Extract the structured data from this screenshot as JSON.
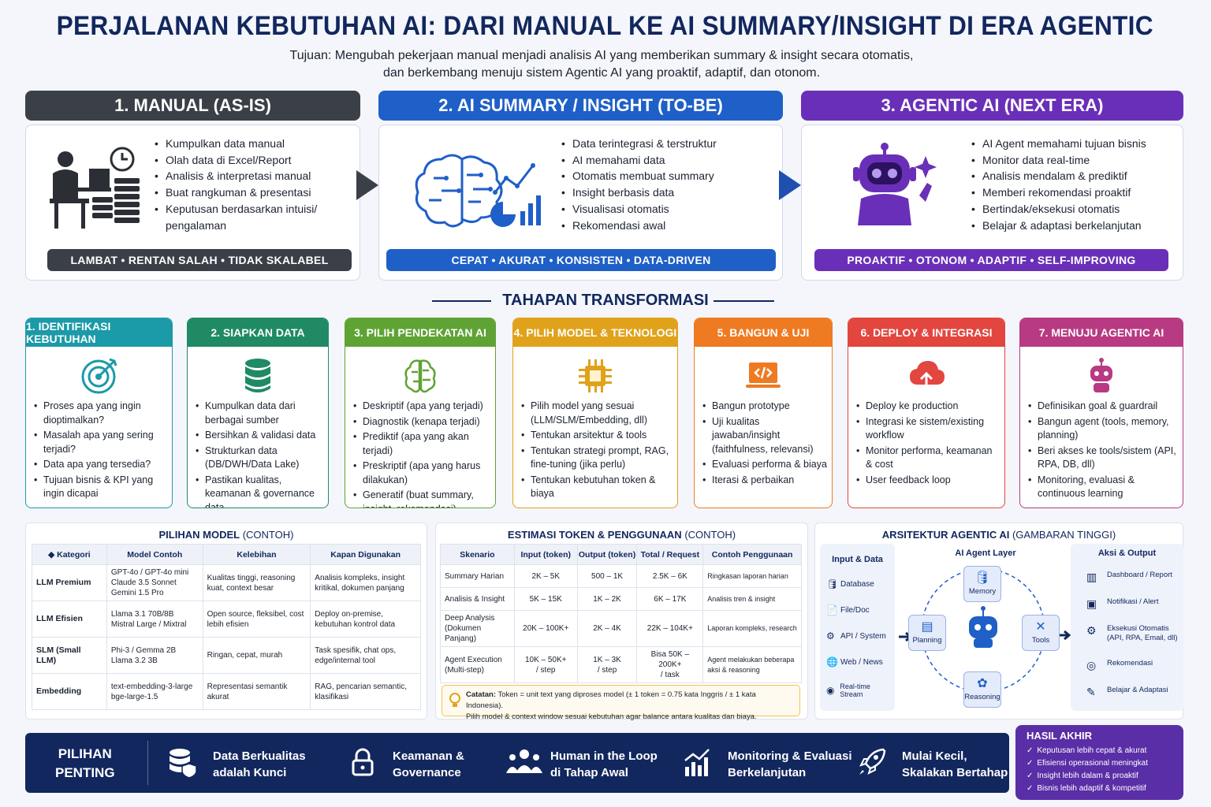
{
  "header": {
    "title": "PERJALANAN KEBUTUHAN AI: DARI MANUAL KE AI SUMMARY/INSIGHT DI ERA AGENTIC",
    "subtitle_line1": "Tujuan: Mengubah pekerjaan manual menjadi analisis AI yang memberikan summary & insight secara otomatis,",
    "subtitle_line2": "dan berkembang menuju sistem Agentic AI yang proaktif, adaptif, dan otonom."
  },
  "phases": [
    {
      "title": "1. MANUAL (AS-IS)",
      "color": "#3b3f47",
      "items": [
        "Kumpulkan data manual",
        "Olah data di Excel/Report",
        "Analisis & interpretasi manual",
        "Buat rangkuman & presentasi",
        "Keputusan berdasarkan intuisi/",
        "pengalaman"
      ],
      "tag": "LAMBAT • RENTAN SALAH • TIDAK SKALABEL"
    },
    {
      "title": "2. AI SUMMARY / INSIGHT (TO-BE)",
      "color": "#1f5fc8",
      "items": [
        "Data terintegrasi & terstruktur",
        "AI memahami data",
        "Otomatis membuat summary",
        "Insight berbasis data",
        "Visualisasi otomatis",
        "Rekomendasi awal"
      ],
      "tag": "CEPAT • AKURAT • KONSISTEN • DATA-DRIVEN"
    },
    {
      "title": "3. AGENTIC AI (NEXT ERA)",
      "color": "#6a2fb8",
      "items": [
        "AI Agent memahami tujuan bisnis",
        "Monitor data real-time",
        "Analisis mendalam & prediktif",
        "Memberi rekomendasi proaktif",
        "Bertindak/eksekusi otomatis",
        "Belajar & adaptasi berkelanjutan"
      ],
      "tag": "PROAKTIF • OTONOM • ADAPTIF • SELF-IMPROVING"
    }
  ],
  "section_title": "TAHAPAN TRANSFORMASI",
  "steps": [
    {
      "title": "1. IDENTIFIKASI KEBUTUHAN",
      "color": "#1b9aa8",
      "icon": "target-icon",
      "items": [
        "Proses apa yang ingin dioptimalkan?",
        "Masalah apa yang sering terjadi?",
        "Data apa yang tersedia?",
        "Tujuan bisnis & KPI yang ingin dicapai"
      ]
    },
    {
      "title": "2. SIAPKAN DATA",
      "color": "#1f8a63",
      "icon": "database-icon",
      "items": [
        "Kumpulkan data dari berbagai sumber",
        "Bersihkan & validasi data",
        "Strukturkan data (DB/DWH/Data Lake)",
        "Pastikan kualitas, keamanan & governance data"
      ]
    },
    {
      "title": "3. PILIH PENDEKATAN AI",
      "color": "#5fa334",
      "icon": "brain-icon",
      "items": [
        "Deskriptif (apa yang terjadi)",
        "Diagnostik (kenapa terjadi)",
        "Prediktif (apa yang akan terjadi)",
        "Preskriptif (apa yang harus dilakukan)",
        "Generatif (buat summary, insight, rekomendasi)"
      ]
    },
    {
      "title": "4. PILIH MODEL & TEKNOLOGI",
      "color": "#e0a21b",
      "icon": "chip-icon",
      "items": [
        "Pilih model yang sesuai (LLM/SLM/Embedding, dll)",
        "Tentukan arsitektur & tools",
        "Tentukan strategi prompt, RAG, fine-tuning (jika perlu)",
        "Tentukan kebutuhan token & biaya"
      ]
    },
    {
      "title": "5. BANGUN & UJI",
      "color": "#ee7a22",
      "icon": "code-laptop-icon",
      "items": [
        "Bangun prototype",
        "Uji kualitas jawaban/insight (faithfulness, relevansi)",
        "Evaluasi performa & biaya",
        "Iterasi & perbaikan"
      ]
    },
    {
      "title": "6. DEPLOY & INTEGRASI",
      "color": "#e2463f",
      "icon": "cloud-upload-icon",
      "items": [
        "Deploy ke production",
        "Integrasi ke sistem/existing workflow",
        "Monitor performa, keamanan & cost",
        "User feedback loop"
      ]
    },
    {
      "title": "7. MENUJU AGENTIC AI",
      "color": "#b83a82",
      "icon": "robot-icon",
      "items": [
        "Definisikan goal & guardrail",
        "Bangun agent (tools, memory, planning)",
        "Beri akses ke tools/sistem (API, RPA, DB, dll)",
        "Monitoring, evaluasi & continuous learning"
      ]
    }
  ],
  "model_panel": {
    "title": "PILIHAN MODEL",
    "title_suffix": "(CONTOH)",
    "headers": [
      "Kategori",
      "Model Contoh",
      "Kelebihan",
      "Kapan Digunakan"
    ],
    "rows": [
      [
        "LLM Premium",
        "GPT-4o / GPT-4o mini\nClaude 3.5 Sonnet\nGemini 1.5 Pro",
        "Kualitas tinggi, reasoning kuat, context besar",
        "Analisis kompleks, insight kritikal, dokumen panjang"
      ],
      [
        "LLM Efisien",
        "Llama 3.1 70B/8B\nMistral Large / Mixtral",
        "Open source, fleksibel, cost lebih efisien",
        "Deploy on-premise, kebutuhan kontrol data"
      ],
      [
        "SLM (Small LLM)",
        "Phi-3 / Gemma 2B\nLlama 3.2 3B",
        "Ringan, cepat, murah",
        "Task spesifik, chat ops, edge/internal tool"
      ],
      [
        "Embedding",
        "text-embedding-3-large\nbge-large-1.5",
        "Representasi semantik akurat",
        "RAG, pencarian semantic, klasifikasi"
      ]
    ]
  },
  "token_panel": {
    "title": "ESTIMASI TOKEN & PENGGUNAAN",
    "title_suffix": "(CONTOH)",
    "headers": [
      "Skenario",
      "Input (token)",
      "Output (token)",
      "Total / Request",
      "Contoh Penggunaan"
    ],
    "rows": [
      [
        "Summary Harian",
        "2K – 5K",
        "500 – 1K",
        "2.5K – 6K",
        "Ringkasan laporan harian"
      ],
      [
        "Analisis & Insight",
        "5K – 15K",
        "1K – 2K",
        "6K – 17K",
        "Analisis tren & insight"
      ],
      [
        "Deep Analysis\n(Dokumen Panjang)",
        "20K – 100K+",
        "2K – 4K",
        "22K – 104K+",
        "Laporan kompleks, research"
      ],
      [
        "Agent Execution\n(Multi-step)",
        "10K – 50K+\n/ step",
        "1K – 3K\n/ step",
        "Bisa 50K – 200K+\n/ task",
        "Agent melakukan beberapa aksi & reasoning"
      ]
    ],
    "note_label": "Catatan:",
    "note_line1": "Token = unit text yang diproses model (± 1 token = 0.75 kata Inggris / ± 1 kata Indonesia).",
    "note_line2": "Pilih model & context window sesuai kebutuhan agar balance antara kualitas dan biaya."
  },
  "arch_panel": {
    "title": "ARSITEKTUR AGENTIC AI",
    "title_suffix": "(GAMBARAN TINGGI)",
    "input_title": "Input & Data",
    "inputs": [
      "Database",
      "File/Doc",
      "API / System",
      "Web / News",
      "Real-time Stream"
    ],
    "layer_title": "AI Agent Layer",
    "nodes": {
      "memory": "Memory",
      "planning": "Planning",
      "tools": "Tools",
      "reasoning": "Reasoning"
    },
    "output_title": "Aksi & Output",
    "outputs": [
      "Dashboard / Report",
      "Notifikasi / Alert",
      "Eksekusi Otomatis\n(API, RPA, Email, dll)",
      "Rekomendasi",
      "Belajar & Adaptasi"
    ]
  },
  "bottom": {
    "label": "PILIHAN\nPENTING",
    "items": [
      {
        "icon": "database-shield-icon",
        "text": "Data Berkualitas\nadalah Kunci"
      },
      {
        "icon": "lock-icon",
        "text": "Keamanan &\nGovernance"
      },
      {
        "icon": "people-icon",
        "text": "Human in the Loop\ndi Tahap Awal"
      },
      {
        "icon": "chart-growth-icon",
        "text": "Monitoring & Evaluasi\nBerkelanjutan"
      },
      {
        "icon": "rocket-icon",
        "text": "Mulai Kecil,\nSkalakan Bertahap"
      }
    ]
  },
  "result": {
    "title": "HASIL AKHIR",
    "items": [
      "Keputusan lebih cepat & akurat",
      "Efisiensi operasional meningkat",
      "Insight lebih dalam & proaktif",
      "Bisnis lebih adaptif & kompetitif"
    ]
  }
}
